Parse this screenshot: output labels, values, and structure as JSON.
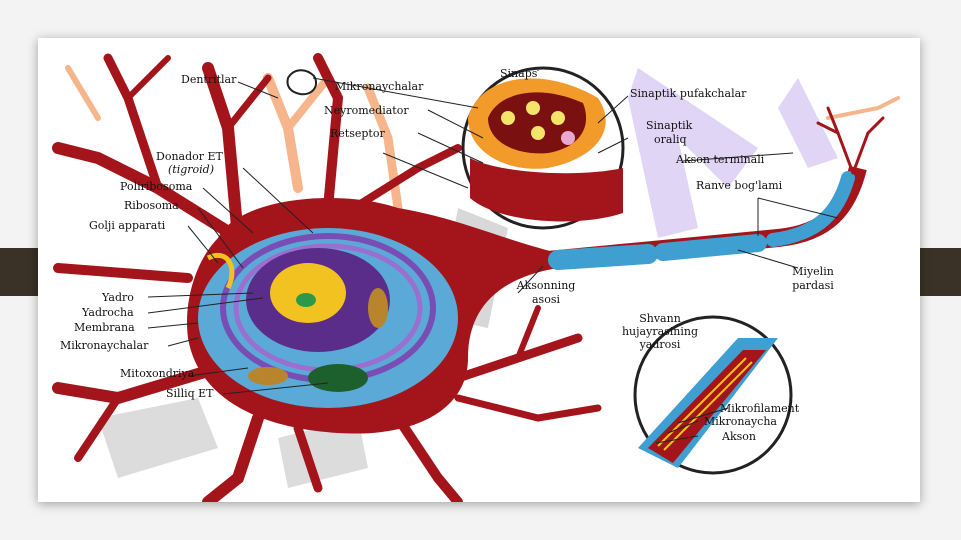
{
  "labels": {
    "dentritlar": "Dentritlar",
    "donador_et": "Donador ET",
    "tigroid": "(tigroid)",
    "poliribosoma": "Poliribosoma",
    "ribosoma": "Ribosoma",
    "golji": "Golji apparati",
    "yadro": "Yadro",
    "yadrocha": "Yadrocha",
    "membrana": "Membrana",
    "mikronaychalar_left": "Mikronaychalar",
    "mitoxondriya": "Mitoxondriya",
    "silliq_et": "Silliq ET",
    "sinaps": "Sinaps",
    "mikronaychalar_top": "Mikronaychalar",
    "neyromediator": "Neyromediator",
    "retseptor": "Retseptor",
    "sinaptik_pufakchalar": "Sinaptik pufakchalar",
    "sinaptik": "Sinaptik",
    "oraliq": "oraliq",
    "akson_terminali": "Akson terminali",
    "ranve": "Ranve bog'lami",
    "akson_asosi_1": "Aksonning",
    "akson_asosi_2": "asosi",
    "miyelin_1": "Miyelin",
    "miyelin_2": "pardasi",
    "shvann_1": "Shvann",
    "shvann_2": "hujayrasining",
    "shvann_3": "yadrosi",
    "mikrofilament": "Mikrofilament",
    "mikronaycha": "Mikronaycha",
    "akson": "Akson"
  },
  "colors": {
    "neuron": "#a3151b",
    "dendrite_light": "#f6b58a",
    "nucleus": "#5b2d8a",
    "cytoplasm": "#5aa9d6",
    "myelin": "#3f9fd0",
    "watermark": "#c9b3ee"
  }
}
